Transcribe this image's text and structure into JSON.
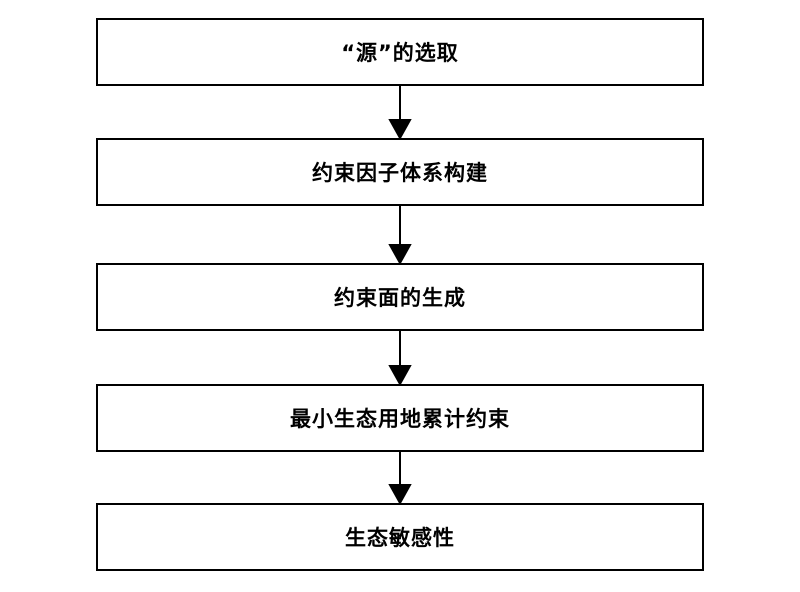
{
  "flowchart": {
    "steps": [
      {
        "label": "“源”的选取"
      },
      {
        "label": "约束因子体系构建"
      },
      {
        "label": "约束面的生成"
      },
      {
        "label": "最小生态用地累计约束"
      },
      {
        "label": "生态敏感性"
      }
    ]
  },
  "colors": {
    "stroke": "#000000",
    "background": "#ffffff"
  }
}
